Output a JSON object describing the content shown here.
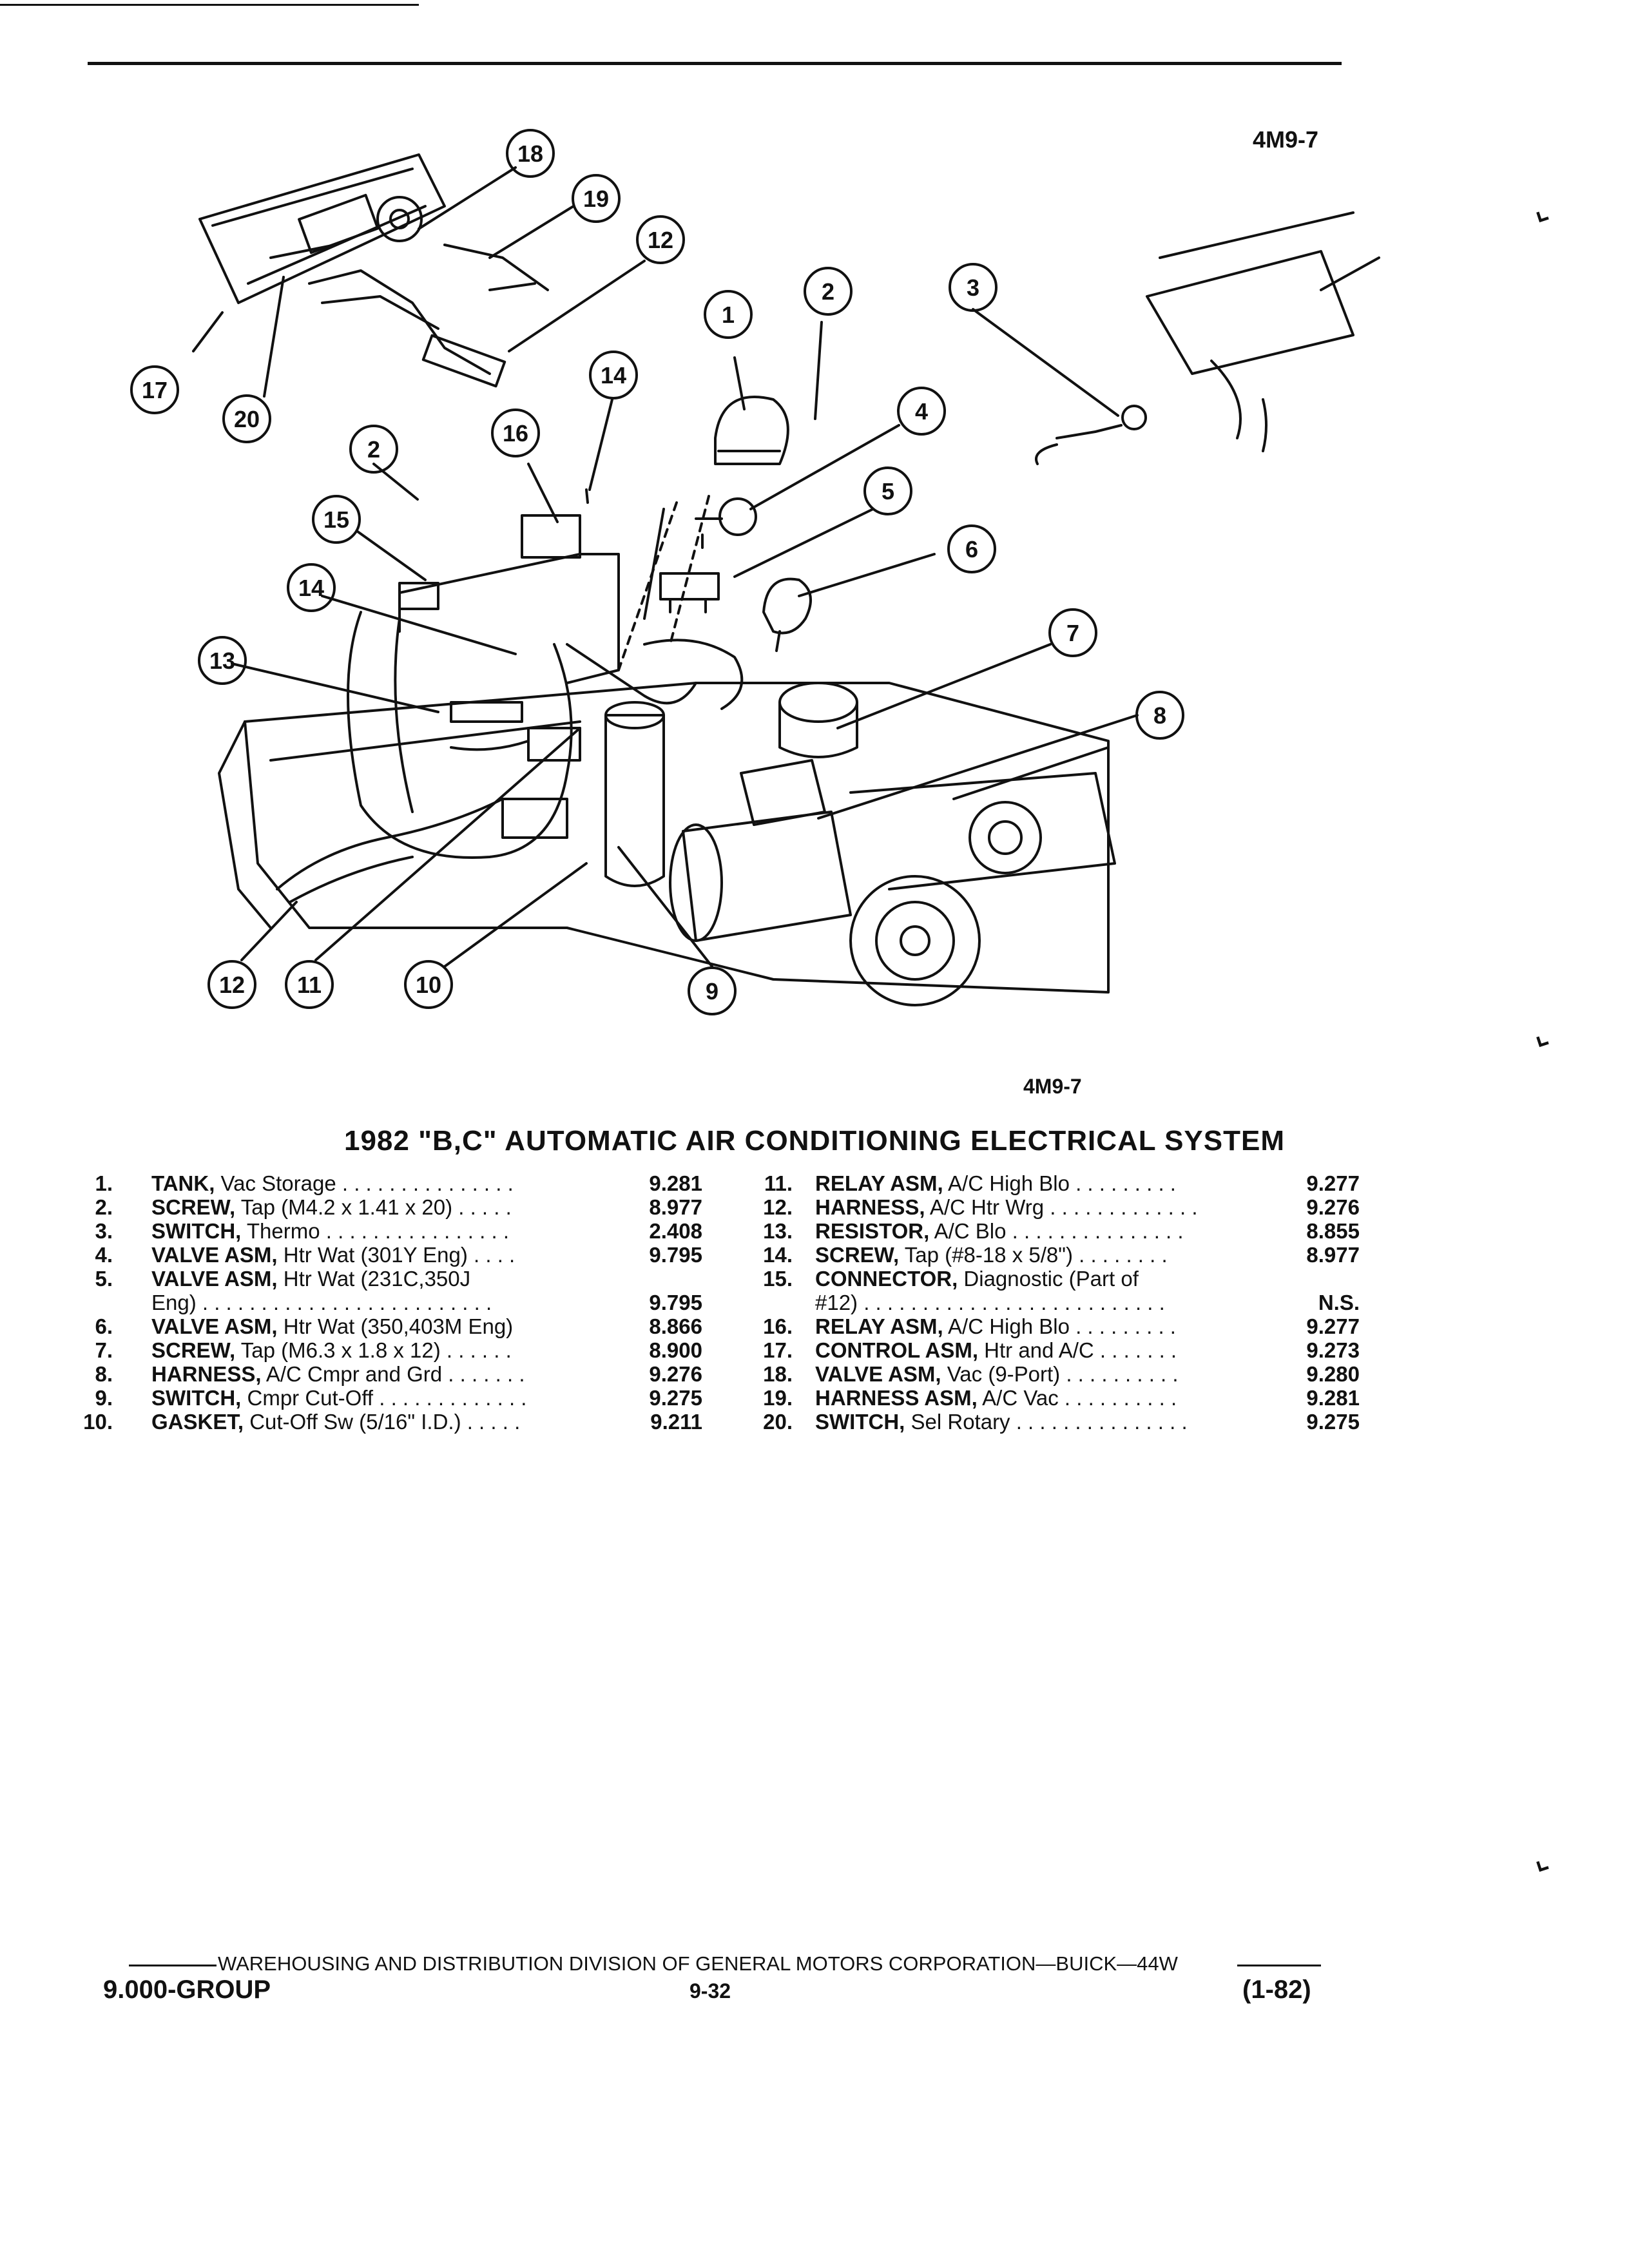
{
  "diagram_code_top": "4M9-7",
  "diagram_code_bottom": "4M9-7",
  "title": "1982 \"B,C\" AUTOMATIC AIR CONDITIONING ELECTRICAL SYSTEM",
  "callouts": [
    "1",
    "2",
    "3",
    "4",
    "5",
    "6",
    "7",
    "8",
    "9",
    "10",
    "11",
    "12",
    "13",
    "14",
    "15",
    "16",
    "17",
    "18",
    "19",
    "20",
    "2",
    "14",
    "12"
  ],
  "parts_left": [
    {
      "no": "1.",
      "name": "TANK,",
      "desc": " Vac Storage . . . . . . . . . . . . . . .",
      "ref": "9.281"
    },
    {
      "no": "2.",
      "name": "SCREW,",
      "desc": " Tap (M4.2 x 1.41 x 20) . . . . .",
      "ref": "8.977"
    },
    {
      "no": "3.",
      "name": "SWITCH,",
      "desc": " Thermo . . . . . . . . . . . . . . . .",
      "ref": "2.408"
    },
    {
      "no": "4.",
      "name": "VALVE ASM,",
      "desc": " Htr Wat (301Y Eng) . . . .",
      "ref": "9.795"
    },
    {
      "no": "5.",
      "name": "VALVE ASM,",
      "desc": " Htr Wat (231C,350J",
      "ref": ""
    },
    {
      "no": "",
      "name": "",
      "desc": "Eng) . . . . . . . . . . . . . . . . . . . . . . . . .",
      "ref": "9.795"
    },
    {
      "no": "6.",
      "name": "VALVE ASM,",
      "desc": " Htr Wat (350,403M Eng)",
      "ref": "8.866"
    },
    {
      "no": "7.",
      "name": "SCREW,",
      "desc": " Tap (M6.3 x 1.8 x 12) . . . . . .",
      "ref": "8.900"
    },
    {
      "no": "8.",
      "name": "HARNESS,",
      "desc": " A/C Cmpr and Grd . . . . . . .",
      "ref": "9.276"
    },
    {
      "no": "9.",
      "name": "SWITCH,",
      "desc": " Cmpr Cut-Off . . . . . . . . . . . . .",
      "ref": "9.275"
    },
    {
      "no": "10.",
      "name": "GASKET,",
      "desc": " Cut-Off Sw (5/16\" I.D.) . . . . .",
      "ref": "9.211"
    }
  ],
  "parts_right": [
    {
      "no": "11.",
      "name": "RELAY ASM,",
      "desc": " A/C High Blo . . . . . . . . .",
      "ref": "9.277"
    },
    {
      "no": "12.",
      "name": "HARNESS,",
      "desc": " A/C Htr Wrg . . . . . . . . . . . . .",
      "ref": "9.276"
    },
    {
      "no": "13.",
      "name": "RESISTOR,",
      "desc": " A/C Blo . . . . . . . . . . . . . . .",
      "ref": "8.855"
    },
    {
      "no": "14.",
      "name": "SCREW,",
      "desc": " Tap (#8-18 x 5/8\") . . . . . . . .",
      "ref": "8.977"
    },
    {
      "no": "15.",
      "name": "CONNECTOR,",
      "desc": " Diagnostic (Part of",
      "ref": ""
    },
    {
      "no": "",
      "name": "",
      "desc": "#12) . . . . . . . . . . . . . . . . . . . . . . . . . .",
      "ref": "N.S."
    },
    {
      "no": "16.",
      "name": "RELAY ASM,",
      "desc": " A/C High Blo . . . . . . . . .",
      "ref": "9.277"
    },
    {
      "no": "17.",
      "name": "CONTROL ASM,",
      "desc": " Htr and A/C . . . . . . .",
      "ref": "9.273"
    },
    {
      "no": "18.",
      "name": "VALVE ASM,",
      "desc": " Vac (9-Port) . . . . . . . . . .",
      "ref": "9.280"
    },
    {
      "no": "19.",
      "name": "HARNESS ASM,",
      "desc": " A/C Vac . . . . . . . . . .",
      "ref": "9.281"
    },
    {
      "no": "20.",
      "name": "SWITCH,",
      "desc": " Sel Rotary . . . . . . . . . . . . . . .",
      "ref": "9.275"
    }
  ],
  "footer_line": "WAREHOUSING AND DISTRIBUTION DIVISION OF GENERAL MOTORS CORPORATION—BUICK—44W",
  "footer_group": "9.000-GROUP",
  "footer_page": "9-32",
  "footer_date": "(1-82)"
}
